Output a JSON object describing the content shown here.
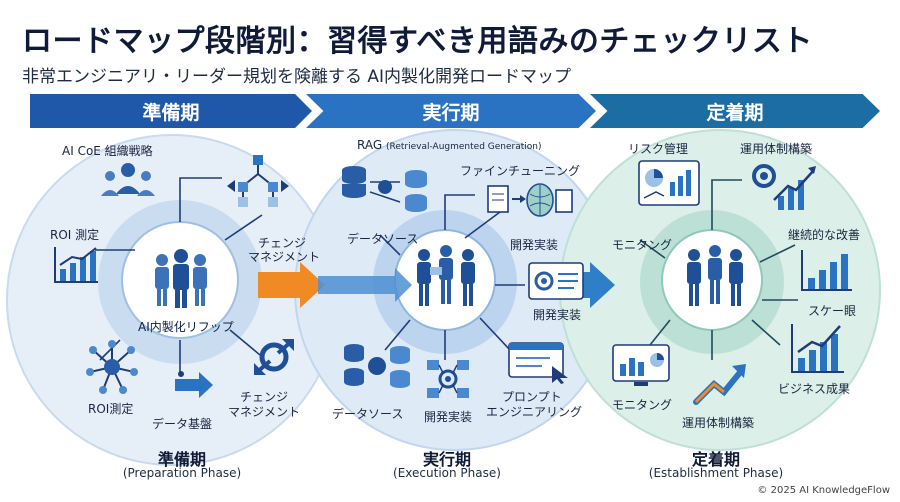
{
  "header": {
    "title": "ロードマップ段階別：習得すべき用語みのチェックリスト",
    "subtitle": "非常エンジニアリ・リーダー規划を険離する AI内製化開発ロードマップ"
  },
  "phases": [
    {
      "label": "準備期",
      "footer_title": "準備期",
      "footer_sub": "(Preparation Phase)"
    },
    {
      "label": "実行期",
      "footer_title": "実行期",
      "footer_sub": "(Execution Phase)"
    },
    {
      "label": "定着期",
      "footer_title": "定着期",
      "footer_sub": "(Establishment Phase)"
    }
  ],
  "prep": {
    "ai_coe": "AI CoE 組織戦略",
    "roi_top": "ROI 測定",
    "change_top_1": "チェンジ",
    "change_top_2": "マネジメント",
    "ring": "AI内製化リフップ",
    "roi_bottom": "ROI測定",
    "data_base": "データ基盤",
    "change_bottom_1": "チェンジ",
    "change_bottom_2": "マネジメント"
  },
  "exec": {
    "rag": "RAG",
    "rag_sub": "(Retrieval-Augmented Generation)",
    "finetune": "ファインチューニング",
    "datasource_top": "データソース",
    "dev_top": "開発実装",
    "dev_right": "開発実装",
    "datasource_bottom": "データソース",
    "dev_bottom": "開発実装",
    "prompt_1": "プロンプト",
    "prompt_2": "エンジニアリング"
  },
  "est": {
    "risk": "リスク管理",
    "ops_top": "運用体制構築",
    "monitoring_top": "モニタング",
    "improve": "継続的な改善",
    "scale": "スケー眼",
    "monitoring_bottom": "モニタング",
    "biz": "ビジネス成果",
    "ops_bottom": "運用体制構築"
  },
  "footer": {
    "copyright": "© 2025 AI KnowledgeFlow"
  },
  "colors": {
    "navy": "#1f3c78",
    "blue": "#2a72c2",
    "teal": "#1c6da3",
    "orange": "#f08a24",
    "light_blue": "#dce9f6",
    "light_teal": "#d7ede8"
  }
}
